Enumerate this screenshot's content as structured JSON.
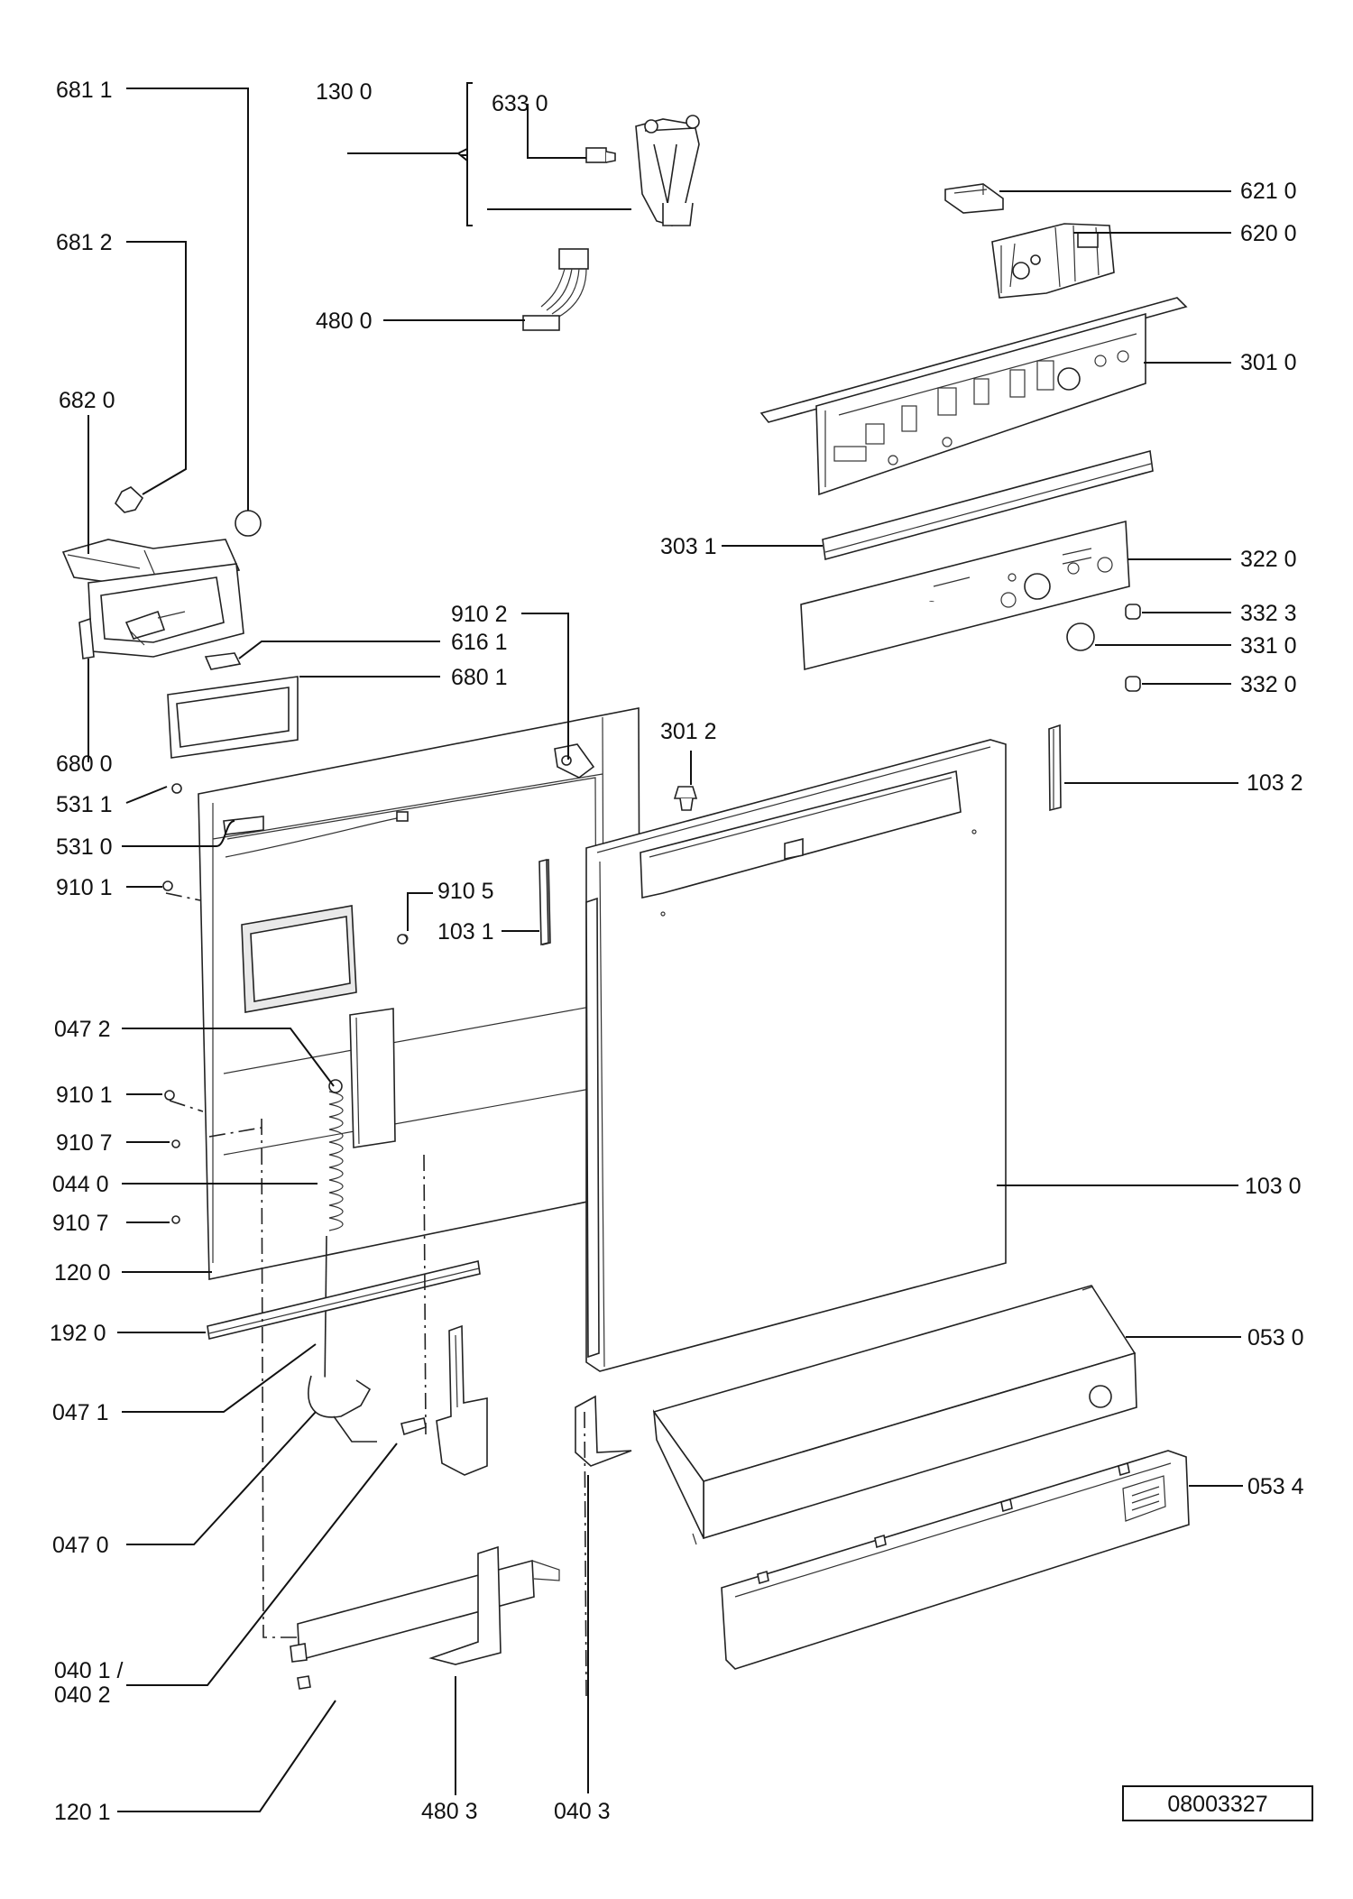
{
  "diagram": {
    "drawing_number": "08003327",
    "callouts": [
      {
        "id": "681-1",
        "label": "681 1"
      },
      {
        "id": "130-0",
        "label": "130 0"
      },
      {
        "id": "633-0",
        "label": "633 0"
      },
      {
        "id": "681-2",
        "label": "681 2"
      },
      {
        "id": "621-0",
        "label": "621 0"
      },
      {
        "id": "620-0",
        "label": "620 0"
      },
      {
        "id": "480-0",
        "label": "480 0"
      },
      {
        "id": "301-0",
        "label": "301 0"
      },
      {
        "id": "682-0",
        "label": "682 0"
      },
      {
        "id": "303-1",
        "label": "303 1"
      },
      {
        "id": "322-0",
        "label": "322 0"
      },
      {
        "id": "332-3",
        "label": "332 3"
      },
      {
        "id": "910-2",
        "label": "910 2"
      },
      {
        "id": "331-0",
        "label": "331 0"
      },
      {
        "id": "616-1",
        "label": "616 1"
      },
      {
        "id": "332-0",
        "label": "332 0"
      },
      {
        "id": "680-1",
        "label": "680 1"
      },
      {
        "id": "301-2",
        "label": "301 2"
      },
      {
        "id": "680-0",
        "label": "680 0"
      },
      {
        "id": "103-2",
        "label": "103 2"
      },
      {
        "id": "531-1",
        "label": "531 1"
      },
      {
        "id": "531-0",
        "label": "531 0"
      },
      {
        "id": "910-1a",
        "label": "910 1"
      },
      {
        "id": "910-5",
        "label": "910 5"
      },
      {
        "id": "103-1",
        "label": "103 1"
      },
      {
        "id": "047-2",
        "label": "047 2"
      },
      {
        "id": "910-1b",
        "label": "910 1"
      },
      {
        "id": "910-7a",
        "label": "910 7"
      },
      {
        "id": "044-0",
        "label": "044 0"
      },
      {
        "id": "103-0",
        "label": "103 0"
      },
      {
        "id": "910-7b",
        "label": "910 7"
      },
      {
        "id": "120-0",
        "label": "120 0"
      },
      {
        "id": "192-0",
        "label": "192 0"
      },
      {
        "id": "053-0",
        "label": "053 0"
      },
      {
        "id": "047-1",
        "label": "047 1"
      },
      {
        "id": "053-4",
        "label": "053 4"
      },
      {
        "id": "047-0",
        "label": "047 0"
      },
      {
        "id": "040-1-2-line1",
        "label": "040 1 /"
      },
      {
        "id": "040-1-2-line2",
        "label": "040 2"
      },
      {
        "id": "120-1",
        "label": "120 1"
      },
      {
        "id": "480-3",
        "label": "480 3"
      },
      {
        "id": "040-3",
        "label": "040 3"
      }
    ]
  }
}
